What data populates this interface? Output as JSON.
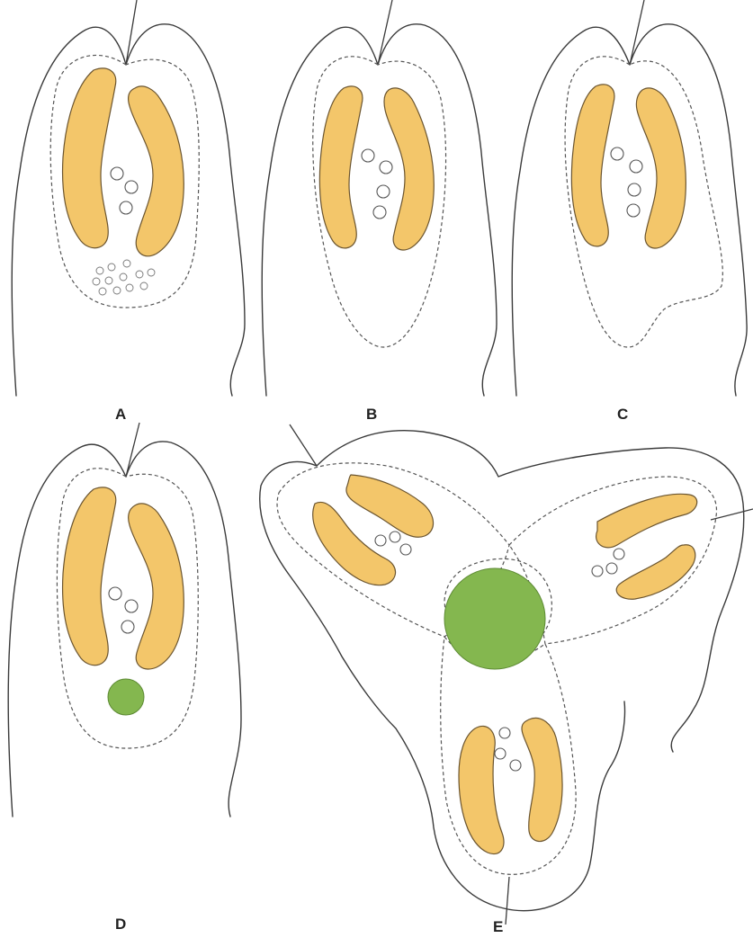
{
  "colors": {
    "plastid": "#f3c66a",
    "cyst": "#84b74f",
    "outline": "#3a3a3a"
  },
  "panels": [
    {
      "label": "A"
    },
    {
      "label": "B"
    },
    {
      "label": "C"
    },
    {
      "label": "D"
    },
    {
      "label": "E"
    }
  ]
}
